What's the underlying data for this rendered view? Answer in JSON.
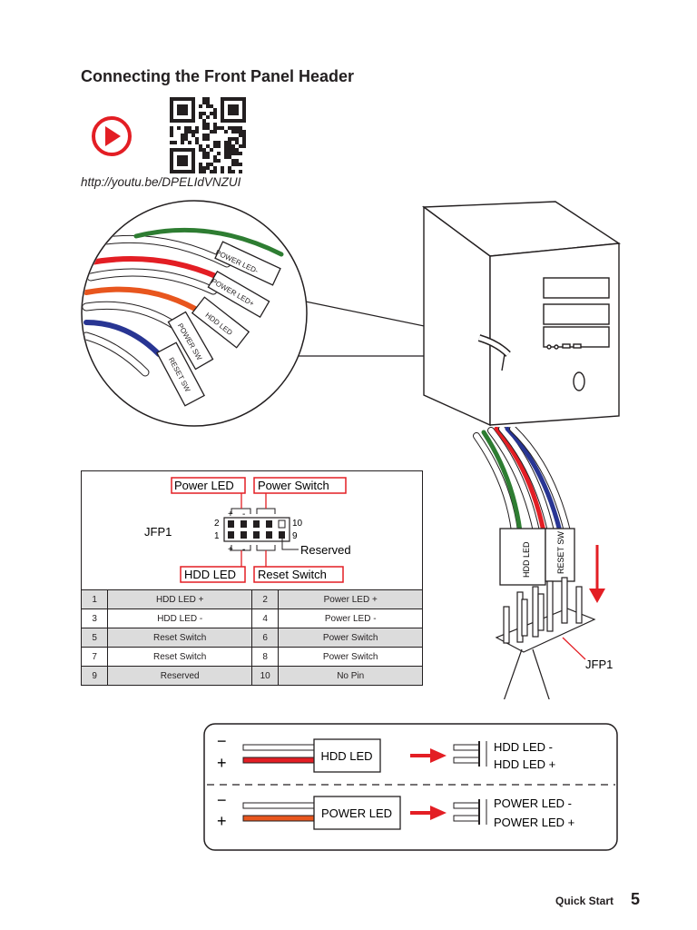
{
  "header": {
    "title": "Connecting the Front Panel Header",
    "url": "http://youtu.be/DPELIdVNZUI"
  },
  "icons": {
    "play": "play-icon",
    "qr": "qr-code"
  },
  "colors": {
    "red": "#e31e24",
    "green": "#2e7d32",
    "blue": "#283593",
    "orange": "#e8561e"
  },
  "cable_labels": [
    "POWER LED-",
    "POWER LED+",
    "HDD LED",
    "POWER SW",
    "RESET SW"
  ],
  "connector_labels": [
    "HDD LED",
    "RESET SW"
  ],
  "header_diagram": {
    "label": "JFP1",
    "top_groups": [
      "Power LED",
      "Power Switch"
    ],
    "bottom_groups": [
      "HDD LED",
      "Reset Switch"
    ],
    "pin_numbers": {
      "top_left": "2",
      "bottom_left": "1",
      "top_right": "10",
      "bottom_right": "9"
    },
    "reserved": "Reserved",
    "plus": "+",
    "minus": "-"
  },
  "pin_table": [
    [
      "1",
      "HDD LED +",
      "2",
      "Power LED +"
    ],
    [
      "3",
      "HDD LED -",
      "4",
      "Power LED -"
    ],
    [
      "5",
      "Reset Switch",
      "6",
      "Power Switch"
    ],
    [
      "7",
      "Reset Switch",
      "8",
      "Power Switch"
    ],
    [
      "9",
      "Reserved",
      "10",
      "No Pin"
    ]
  ],
  "jfp1_label": "JFP1",
  "polarity": {
    "rows": [
      {
        "name": "HDD LED",
        "minus_label": "HDD LED -",
        "plus_label": "HDD LED +"
      },
      {
        "name": "POWER LED",
        "minus_label": "POWER LED -",
        "plus_label": "POWER LED +"
      }
    ],
    "minus": "−",
    "plus": "+"
  },
  "footer": {
    "section": "Quick Start",
    "page": "5"
  }
}
